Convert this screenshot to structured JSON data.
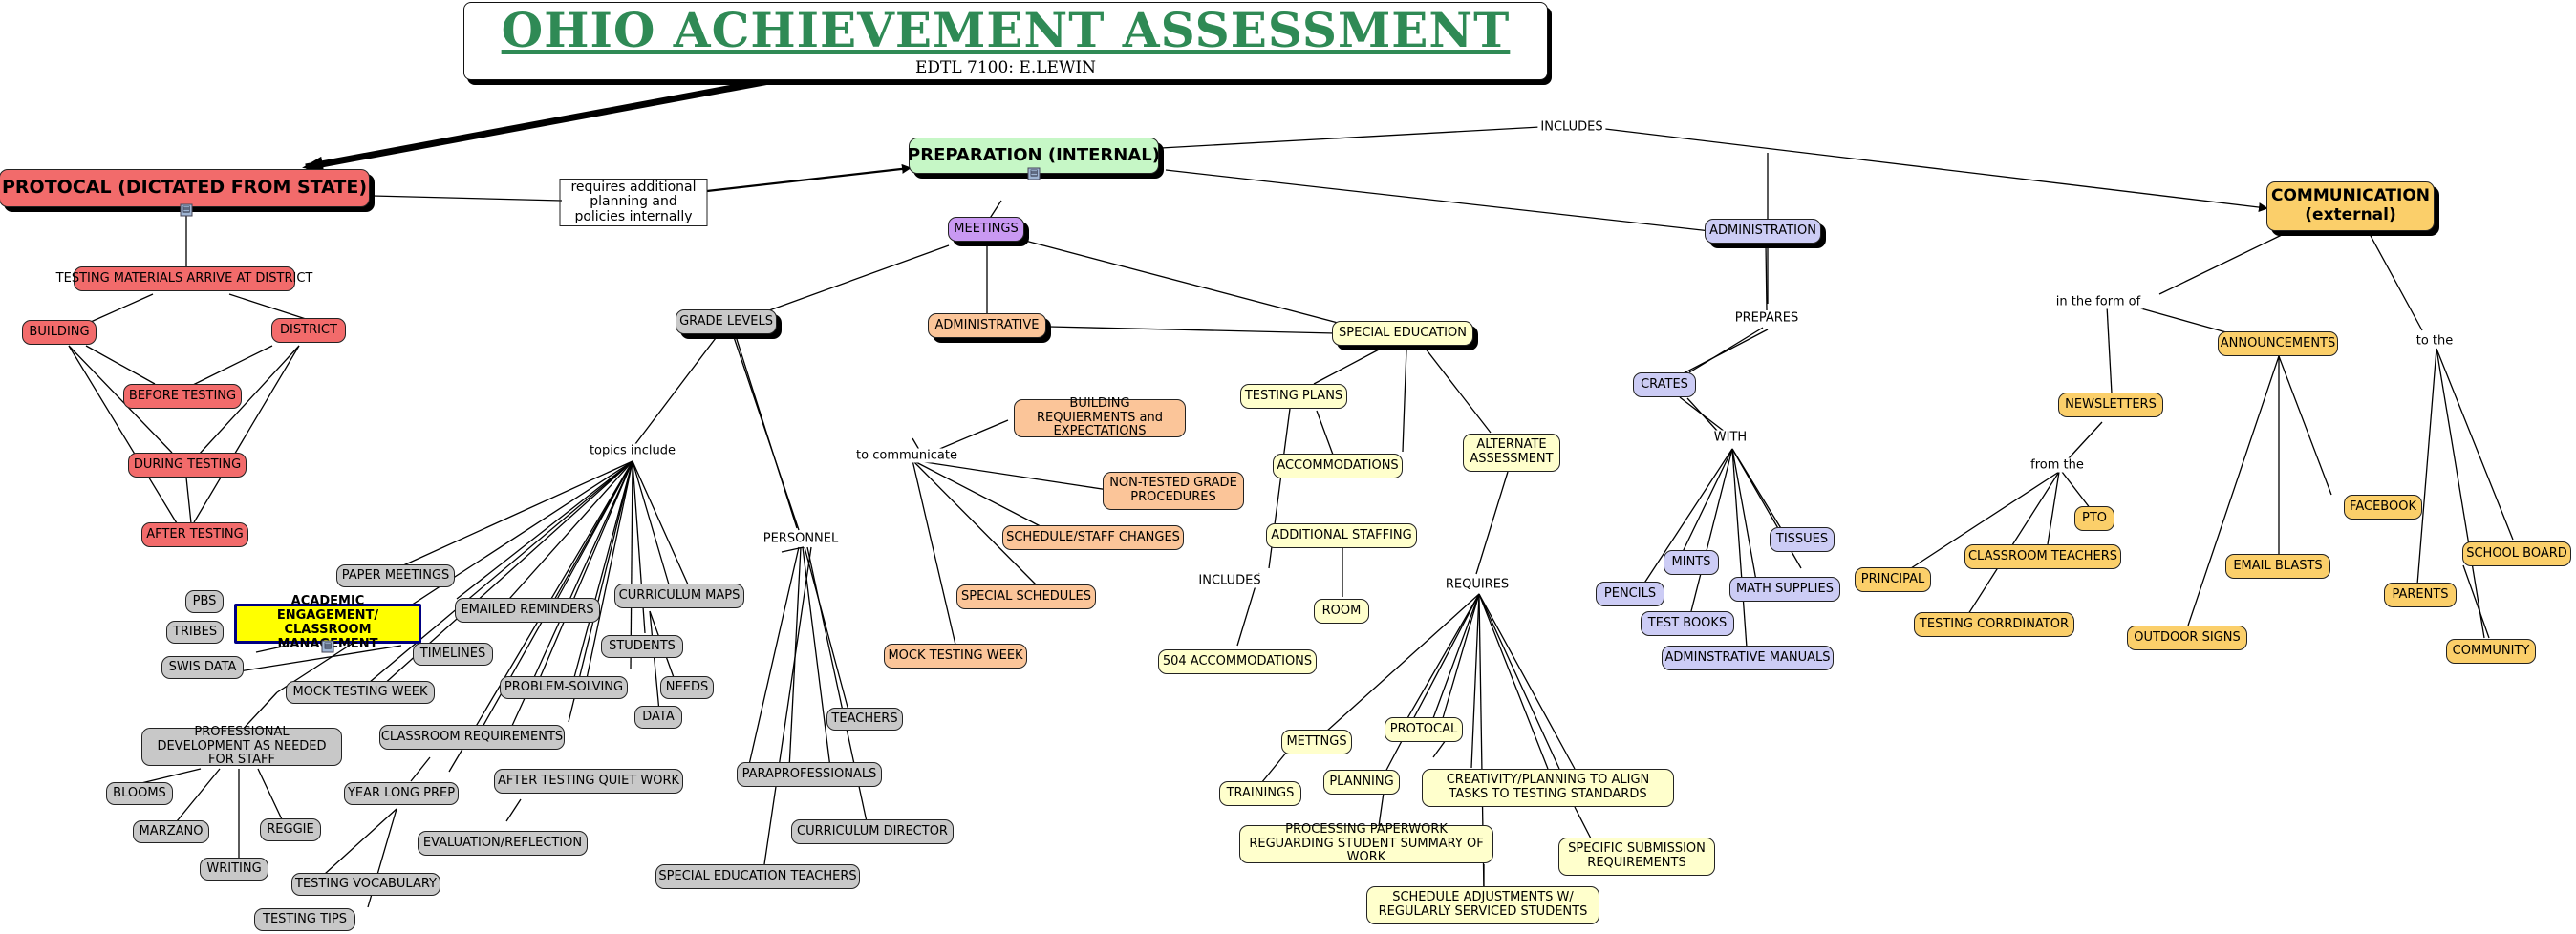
{
  "title": "OHIO ACHIEVEMENT ASSESSMENT",
  "subtitle": "EDTL 7100: E.LEWIN",
  "nodes": {
    "protocol": "PROTOCAL (DICTATED FROM STATE)",
    "requires_additional": "requires additional planning and policies internally",
    "preparation": "PREPARATION (INTERNAL)",
    "includes_top": "INCLUDES",
    "communication": "COMMUNICATION (external)",
    "testing_materials": "TESTING MATERIALS ARRIVE AT DISTRICT",
    "building": "BUILDING",
    "district": "DISTRICT",
    "before_testing": "BEFORE TESTING",
    "during_testing": "DURING TESTING",
    "after_testing": "AFTER TESTING",
    "meetings": "MEETINGS",
    "grade_levels": "GRADE LEVELS",
    "administrative": "ADMINISTRATIVE",
    "special_education": "SPECIAL EDUCATION",
    "administration": "ADMINISTRATION",
    "topics_include": "topics include",
    "personnel": "PERSONNEL",
    "paper_meetings": "PAPER MEETINGS",
    "curriculum_maps": "CURRICULUM MAPS",
    "pbs": "PBS",
    "tribes": "TRIBES",
    "swis_data": "SWIS DATA",
    "academic_engagement": "ACADEMIC ENGAGEMENT/ CLASSROOM MANAGEMENT",
    "emailed_reminders": "EMAILED REMINDERS",
    "students": "STUDENTS",
    "timelines": "TIMELINES",
    "needs": "NEEDS",
    "mock_testing_week_gray": "MOCK TESTING WEEK",
    "problem_solving": "PROBLEM-SOLVING",
    "data": "DATA",
    "teachers": "TEACHERS",
    "professional_development": "PROFESSIONAL DEVELOPMENT AS NEEDED FOR STAFF",
    "classroom_requirements": "CLASSROOM REQUIREMENTS",
    "paraprofessionals": "PARAPROFESSIONALS",
    "after_testing_quiet": "AFTER TESTING QUIET WORK",
    "blooms": "BLOOMS",
    "year_long_prep": "YEAR LONG PREP",
    "marzano": "MARZANO",
    "reggie": "REGGIE",
    "curriculum_director": "CURRICULUM DIRECTOR",
    "evaluation_reflection": "EVALUATION/REFLECTION",
    "writing": "WRITING",
    "testing_vocabulary": "TESTING VOCABULARY",
    "special_education_teachers": "SPECIAL EDUCATION TEACHERS",
    "testing_tips": "TESTING TIPS",
    "to_communicate": "to communicate",
    "building_requirements": "BUILDING REQUIERMENTS and  EXPECTATIONS",
    "non_tested": "NON-TESTED GRADE PROCEDURES",
    "schedule_staff": "SCHEDULE/STAFF CHANGES",
    "special_schedules": "SPECIAL SCHEDULES",
    "mock_testing_week_peach": "MOCK TESTING WEEK",
    "testing_plans": "TESTING PLANS",
    "accommodations": "ACCOMMODATIONS",
    "alternate_assessment": "ALTERNATE ASSESSMENT",
    "additional_staffing": "ADDITIONAL STAFFING",
    "includes_mid": "INCLUDES",
    "room": "ROOM",
    "accommodations_504": "504 ACCOMMODATIONS",
    "requires": "REQUIRES",
    "mettngs": "METTNGS",
    "protocal_yellow": "PROTOCAL",
    "planning": "PLANNING",
    "trainings": "TRAININGS",
    "creativity_planning": "CREATIVITY/PLANNING TO ALIGN TASKS TO TESTING STANDARDS",
    "processing_paperwork": "PROCESSING PAPERWORK REGUARDING STUDENT SUMMARY OF WORK",
    "specific_submission": "SPECIFIC SUBMISSION REQUIREMENTS",
    "schedule_adjustments": "SCHEDULE ADJUSTMENTS W/ REGULARLY SERVICED STUDENTS",
    "prepares": "PREPARES",
    "crates": "CRATES",
    "with": "WITH",
    "tissues": "TISSUES",
    "pencils": "PENCILS",
    "mints": "MINTS",
    "math_supplies": "MATH SUPPLIES",
    "test_books": "TEST BOOKS",
    "administrative_manuals": "ADMINSTRATIVE MANUALS",
    "in_the_form_of": "in the form of",
    "to_the": "to the",
    "announcements": "ANNOUNCEMENTS",
    "newsletters": "NEWSLETTERS",
    "from_the": "from the",
    "pto": "PTO",
    "facebook": "FACEBOOK",
    "principal": "PRINCIPAL",
    "classroom_teachers": "CLASSROOM TEACHERS",
    "school_board": "SCHOOL BOARD",
    "email_blasts": "EMAIL BLASTS",
    "parents": "PARENTS",
    "testing_corrdinator": "TESTING CORRDINATOR",
    "outdoor_signs": "OUTDOOR SIGNS",
    "community": "COMMUNITY"
  },
  "colors": {
    "gray": "#c8c8c8",
    "red": "#f26b6b",
    "purple": "#c999f2",
    "peach": "#fbc599",
    "yellow": "#ffffcc",
    "lavender": "#ccccf5",
    "orange": "#fbcf6a",
    "green": "#c6f7c6",
    "highlight": "#ffff00",
    "title": "#2f8a55"
  }
}
